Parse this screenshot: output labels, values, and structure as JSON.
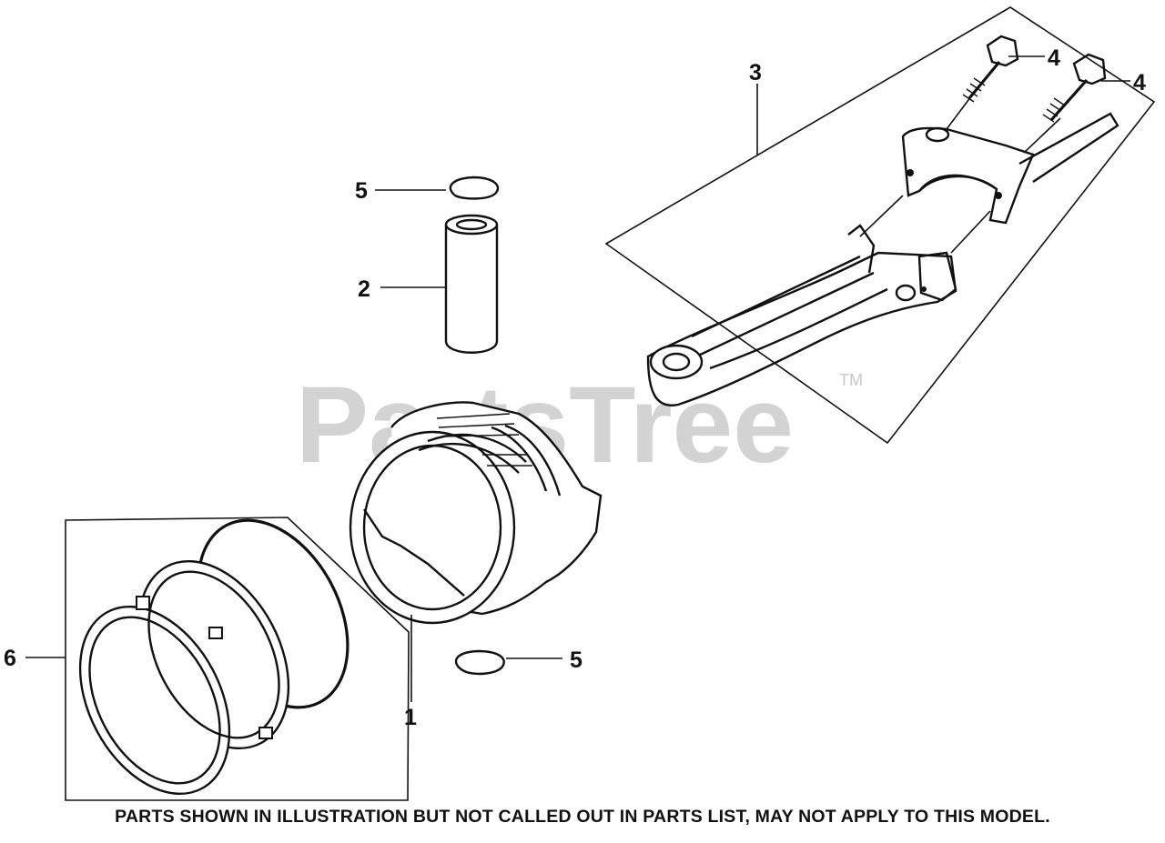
{
  "watermark": {
    "brand": "PartsTree",
    "trademark": "TM"
  },
  "callouts": [
    {
      "id": "callout-1",
      "text": "1"
    },
    {
      "id": "callout-2",
      "text": "2"
    },
    {
      "id": "callout-3",
      "text": "3"
    },
    {
      "id": "callout-4a",
      "text": "4"
    },
    {
      "id": "callout-4b",
      "text": "4"
    },
    {
      "id": "callout-5a",
      "text": "5"
    },
    {
      "id": "callout-5b",
      "text": "5"
    },
    {
      "id": "callout-6",
      "text": "6"
    }
  ],
  "footer": {
    "note": "PARTS SHOWN IN ILLUSTRATION BUT NOT CALLED OUT IN PARTS LIST, MAY NOT APPLY TO THIS MODEL."
  }
}
